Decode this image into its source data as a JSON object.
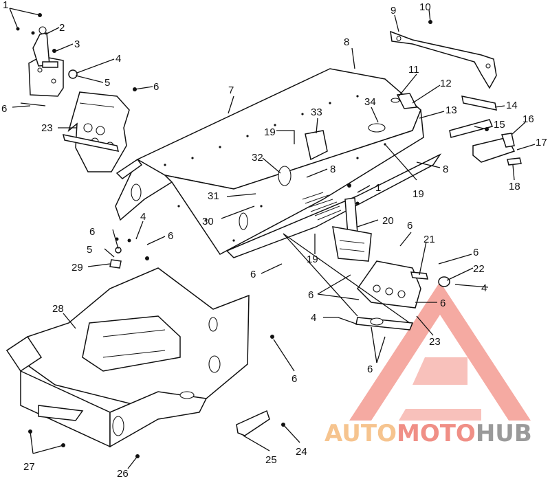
{
  "callouts": [
    {
      "id": "c1a",
      "text": "1"
    },
    {
      "id": "c2",
      "text": "2"
    },
    {
      "id": "c3",
      "text": "3"
    },
    {
      "id": "c4a",
      "text": "4"
    },
    {
      "id": "c5a",
      "text": "5"
    },
    {
      "id": "c6a",
      "text": "6"
    },
    {
      "id": "c6b",
      "text": "6"
    },
    {
      "id": "c23a",
      "text": "23"
    },
    {
      "id": "c7",
      "text": "7"
    },
    {
      "id": "c8a",
      "text": "8"
    },
    {
      "id": "c9",
      "text": "9"
    },
    {
      "id": "c10",
      "text": "10"
    },
    {
      "id": "c11",
      "text": "11"
    },
    {
      "id": "c12",
      "text": "12"
    },
    {
      "id": "c13",
      "text": "13"
    },
    {
      "id": "c14",
      "text": "14"
    },
    {
      "id": "c15",
      "text": "15"
    },
    {
      "id": "c16",
      "text": "16"
    },
    {
      "id": "c17",
      "text": "17"
    },
    {
      "id": "c18",
      "text": "18"
    },
    {
      "id": "c33",
      "text": "33"
    },
    {
      "id": "c34",
      "text": "34"
    },
    {
      "id": "c19a",
      "text": "19"
    },
    {
      "id": "c32",
      "text": "32"
    },
    {
      "id": "c8b",
      "text": "8"
    },
    {
      "id": "c8c",
      "text": "8"
    },
    {
      "id": "c19b",
      "text": "19"
    },
    {
      "id": "c1b",
      "text": "1"
    },
    {
      "id": "c31",
      "text": "31"
    },
    {
      "id": "c30",
      "text": "30"
    },
    {
      "id": "c20",
      "text": "20"
    },
    {
      "id": "c19c",
      "text": "19"
    },
    {
      "id": "c6c",
      "text": "6"
    },
    {
      "id": "c4b",
      "text": "4"
    },
    {
      "id": "c6d",
      "text": "6"
    },
    {
      "id": "c5b",
      "text": "5"
    },
    {
      "id": "c29",
      "text": "29"
    },
    {
      "id": "c6e",
      "text": "6"
    },
    {
      "id": "c6f",
      "text": "6"
    },
    {
      "id": "c21",
      "text": "21"
    },
    {
      "id": "c6g",
      "text": "6"
    },
    {
      "id": "c22",
      "text": "22"
    },
    {
      "id": "c4c",
      "text": "4"
    },
    {
      "id": "c6h",
      "text": "6"
    },
    {
      "id": "c6i",
      "text": "6"
    },
    {
      "id": "c4d",
      "text": "4"
    },
    {
      "id": "c23b",
      "text": "23"
    },
    {
      "id": "c28",
      "text": "28"
    },
    {
      "id": "c6j",
      "text": "6"
    },
    {
      "id": "c6k",
      "text": "6"
    },
    {
      "id": "c27",
      "text": "27"
    },
    {
      "id": "c26",
      "text": "26"
    },
    {
      "id": "c25",
      "text": "25"
    },
    {
      "id": "c24",
      "text": "24"
    }
  ],
  "watermark": {
    "part1": "AUTO",
    "part2": "MOTO",
    "part3": "HUB",
    "color_auto": "#f6c48f",
    "color_moto": "#f08f86",
    "color_hub": "#9a9a9a",
    "logo_color": "#f07a6e"
  }
}
